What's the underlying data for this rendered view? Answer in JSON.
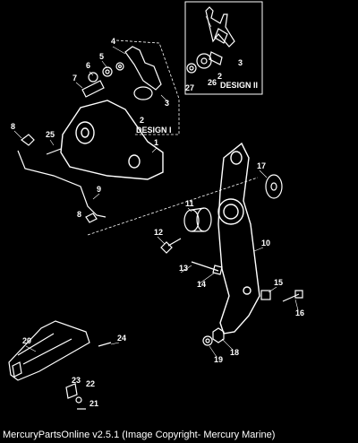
{
  "callouts": {
    "c1": "1",
    "c2": "2",
    "c3": "3",
    "c4": "4",
    "c5": "5",
    "c6": "6",
    "c7": "7",
    "c8a": "8",
    "c8b": "8",
    "c9": "9",
    "c10": "10",
    "c11": "11",
    "c12": "12",
    "c13": "13",
    "c14": "14",
    "c15": "15",
    "c16": "16",
    "c17": "17",
    "c18": "18",
    "c19": "19",
    "c20": "20",
    "c21": "21",
    "c22": "22",
    "c23": "23",
    "c24": "24",
    "c25": "25",
    "c2_d2": "2",
    "c3_d2": "3",
    "c26": "26",
    "c27": "27"
  },
  "design_one": {
    "number": "2",
    "label": "DESIGN I"
  },
  "design_two": {
    "label": "DESIGN II"
  },
  "footer": {
    "text": "MercuryPartsOnline v2.5.1 (Image Copyright- Mercury Marine)"
  },
  "colors": {
    "background": "#000000",
    "line": "#ffffff"
  }
}
